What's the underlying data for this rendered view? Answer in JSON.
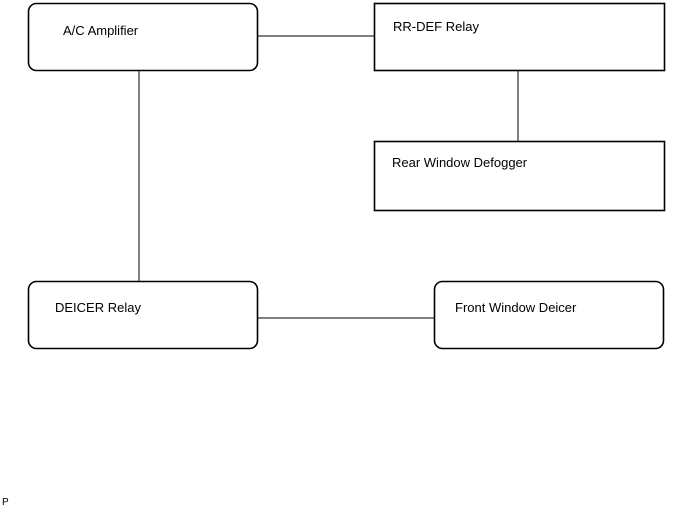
{
  "diagram": {
    "nodes": [
      {
        "id": "ac-amplifier",
        "label": "A/C Amplifier",
        "shape": "rounded"
      },
      {
        "id": "rr-def-relay",
        "label": "RR-DEF Relay",
        "shape": "square"
      },
      {
        "id": "rear-window-defogger",
        "label": "Rear Window Defogger",
        "shape": "square"
      },
      {
        "id": "deicer-relay",
        "label": "DEICER Relay",
        "shape": "rounded"
      },
      {
        "id": "front-window-deicer",
        "label": "Front Window Deicer",
        "shape": "rounded"
      }
    ],
    "edges": [
      {
        "from": "ac-amplifier",
        "to": "rr-def-relay"
      },
      {
        "from": "rr-def-relay",
        "to": "rear-window-defogger"
      },
      {
        "from": "ac-amplifier",
        "to": "deicer-relay"
      },
      {
        "from": "deicer-relay",
        "to": "front-window-deicer"
      }
    ],
    "stroke_color": "#000000",
    "fill_color": "#ffffff"
  },
  "corner_mark": "P"
}
